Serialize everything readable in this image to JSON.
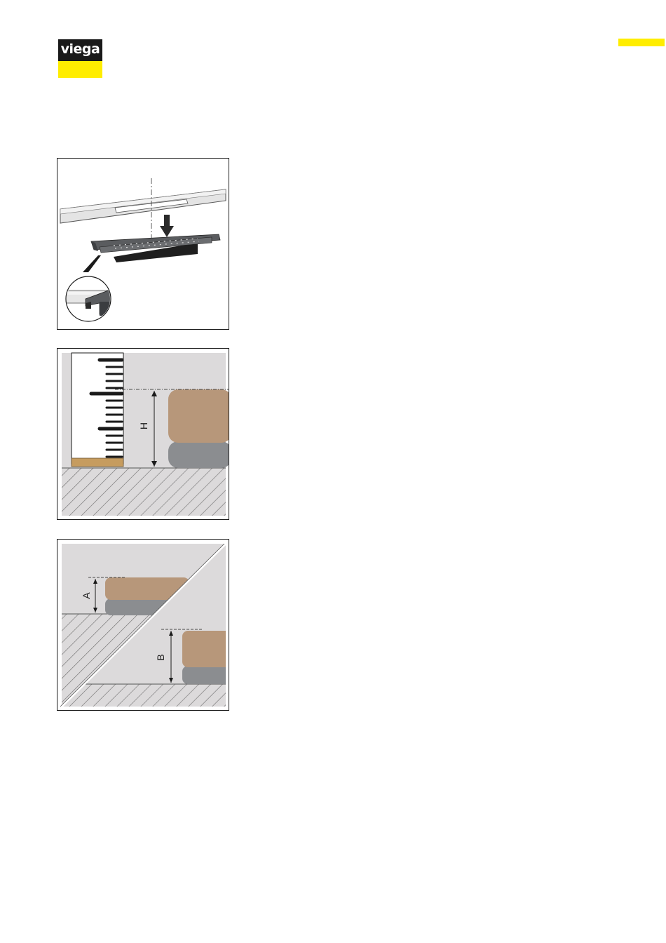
{
  "brand": {
    "logo_text": "viega",
    "colors": {
      "yellow": "#ffed00",
      "black": "#1a1a1a"
    }
  },
  "figures": [
    {
      "name": "drain-insert-installation",
      "labels": []
    },
    {
      "name": "height-measurement",
      "labels": [
        "H"
      ]
    },
    {
      "name": "floor-level-comparison",
      "labels": [
        "A",
        "B"
      ]
    }
  ],
  "colors": {
    "wall": "#dcdadb",
    "screed": "#b7977a",
    "insulation": "#8b8d90",
    "slab_hatch": "#6e6e6e",
    "ruler_foot": "#c69c5f"
  }
}
